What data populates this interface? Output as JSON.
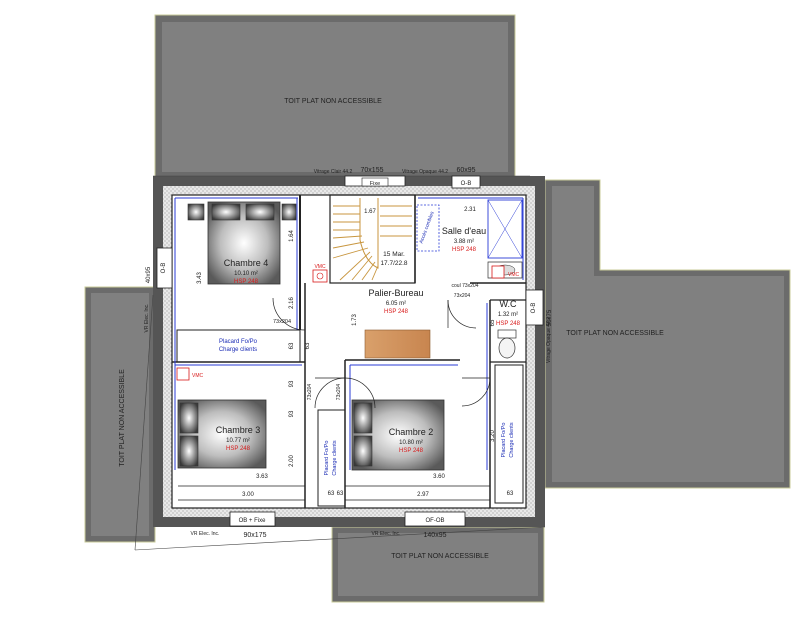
{
  "roofs": {
    "top": "TOIT PLAT NON ACCESSIBLE",
    "right": "TOIT PLAT NON ACCESSIBLE",
    "left": "TOIT PLAT NON ACCESSIBLE",
    "bottom": "TOIT PLAT NON ACCESSIBLE"
  },
  "rooms": {
    "chambre4": {
      "name": "Chambre 4",
      "area": "10.10 m²",
      "hsp": "HSP 248"
    },
    "salle_eau": {
      "name": "Salle d'eau",
      "area": "3.88 m²",
      "hsp": "HSP 248"
    },
    "palier": {
      "name": "Palier-Bureau",
      "area": "6.05 m²",
      "hsp": "HSP 248"
    },
    "wc": {
      "name": "W.C",
      "area": "1.32 m²",
      "hsp": "HSP 248"
    },
    "chambre3": {
      "name": "Chambre 3",
      "area": "10.77 m²",
      "hsp": "HSP 248"
    },
    "chambre2": {
      "name": "Chambre 2",
      "area": "10.80 m²",
      "hsp": "HSP 248"
    }
  },
  "openings": {
    "top_left_label": "Vitrage Clair 44.2",
    "top_left_window": "70x155",
    "top_left_box": "Fixe",
    "top_right_label": "Vitrage Opaque 44.2",
    "top_right_window": "60x95",
    "top_right_box": "O-B",
    "left_box": "O-B",
    "left_size": "40x95",
    "left_vr": "VR Elec. Inc.",
    "right_box": "O-B",
    "right_size": "50x75",
    "right_vitrage": "Vitrage Opaque 44.2",
    "bottom_left_box": "OB + Fixe",
    "bottom_left_size": "90x175",
    "bottom_left_vr": "VR Elec. Inc.",
    "bottom_right_box": "OF-OB",
    "bottom_right_size": "140x95",
    "bottom_right_vr": "VR Elec. Inc."
  },
  "stairs": {
    "count": "15 Mar.",
    "size": "17.7/22.8",
    "width": "1.67"
  },
  "storage": {
    "placard_ch4_line1": "Placard Fo/Po",
    "placard_ch4_line2": "Charge clients",
    "placard_ch3_line1": "Placard Fo/Po",
    "placard_ch3_line2": "Charge clients",
    "placard_ch2_line1": "Placard Fo/Po",
    "placard_ch2_line2": "Charge clients",
    "access_comble": "Accès combles"
  },
  "vmc": "VMC",
  "doors": {
    "ch4": "73x204",
    "ch3": "73x204",
    "ch2": "73x204",
    "sde": "73x204",
    "wc": "coul 73x204"
  },
  "dimensions": {
    "d_231": "2.31",
    "d_164": "1.64",
    "d_343": "3.43",
    "d_216": "2.16",
    "d_63a": "63",
    "d_93a": "93",
    "d_173": "1.73",
    "d_63b": "63",
    "d_93b": "93",
    "d_200": "2.00",
    "d_363": "3.63",
    "d_300": "3.00",
    "d_360": "3.60",
    "d_297": "2.97",
    "d_320": "3.20",
    "d_63c": "63",
    "d_63d": "63",
    "d_63e": "63",
    "d_65": "65"
  }
}
